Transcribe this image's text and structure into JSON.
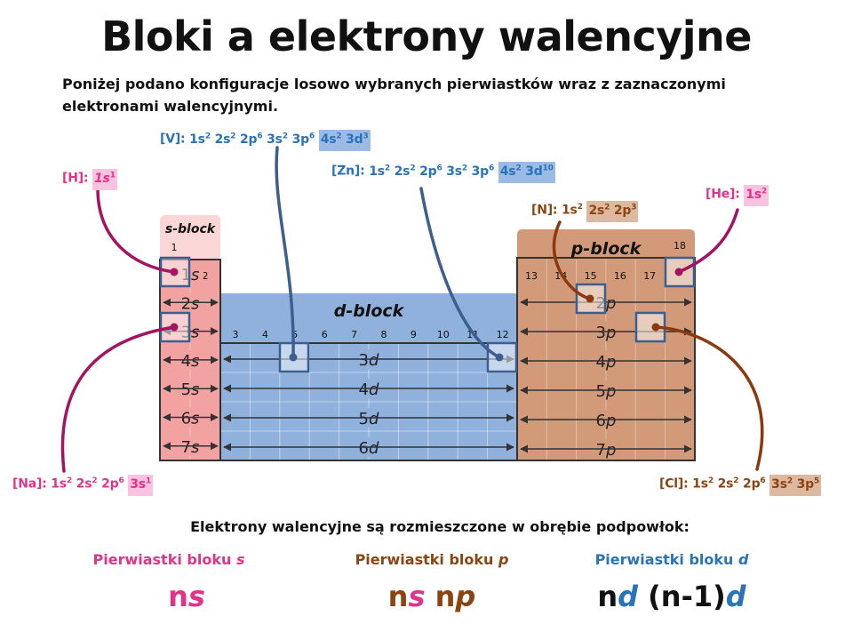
{
  "title": "Bloki a elektrony walencyjne",
  "intro": "Poniżej podano konfiguracje losowo wybranych pierwiastków wraz z zaznaczonymi elektronami walencyjnymi.",
  "colors": {
    "s_block": "#f3a2a2",
    "p_block": "#d29a78",
    "d_block": "#8fb1dc",
    "pink": "#e0338a",
    "blue": "#2b73b8",
    "brown": "#8b4513"
  },
  "table": {
    "s_block_label": "s-block",
    "d_block_label": "d-block",
    "p_block_label": "p-block",
    "group_1": "1",
    "group_2": "2",
    "group_18": "18",
    "p_groups": [
      "13",
      "14",
      "15",
      "16",
      "17"
    ],
    "d_groups": [
      "3",
      "4",
      "5",
      "6",
      "7",
      "8",
      "9",
      "10",
      "11",
      "12"
    ],
    "s_rows": [
      "1s",
      "2s",
      "3s",
      "4s",
      "5s",
      "6s",
      "7s"
    ],
    "p_rows": [
      "2p",
      "3p",
      "4p",
      "5p",
      "6p",
      "7p"
    ],
    "d_rows": [
      "3d",
      "4d",
      "5d",
      "6d"
    ]
  },
  "configs": {
    "H": {
      "sym": "[H]:",
      "parts": [
        "1s",
        "1"
      ]
    },
    "V": {
      "sym": "[V]:",
      "parts": [
        "1s",
        "2",
        "2s",
        "2",
        "2p",
        "6",
        "3s",
        "2",
        "3p",
        "6",
        "4s",
        "2",
        "3d",
        "3"
      ]
    },
    "Zn": {
      "sym": "[Zn]:",
      "parts": [
        "1s",
        "2",
        "2s",
        "2",
        "2p",
        "6",
        "3s",
        "2",
        "3p",
        "6",
        "4s",
        "2",
        "3d",
        "10"
      ]
    },
    "He": {
      "sym": "[He]:",
      "parts": [
        "1s",
        "2"
      ]
    },
    "N": {
      "sym": "[N]:",
      "parts": [
        "1s",
        "2",
        "2s",
        "2",
        "2p",
        "3"
      ]
    },
    "Na": {
      "sym": "[Na]:",
      "parts": [
        "1s",
        "2",
        "2s",
        "2",
        "2p",
        "6",
        "3s",
        "1"
      ]
    },
    "Cl": {
      "sym": "[Cl]:",
      "parts": [
        "1s",
        "2",
        "2s",
        "2",
        "2p",
        "6",
        "3s",
        "2",
        "3p",
        "5"
      ]
    }
  },
  "bottom_note": "Elektrony walencyjne są rozmieszczone w obrębie podpowłok:",
  "blocks": {
    "s": {
      "title_prefix": "Pierwiastki bloku ",
      "title_letter": "s",
      "formula": [
        "n",
        "s"
      ]
    },
    "p": {
      "title_prefix": "Pierwiastki bloku ",
      "title_letter": "p",
      "formula": [
        "n",
        "s",
        " n",
        "p"
      ]
    },
    "d": {
      "title_prefix": "Pierwiastki bloku ",
      "title_letter": "d",
      "formula": [
        "n",
        "d",
        " (n-1)",
        "d"
      ]
    }
  }
}
